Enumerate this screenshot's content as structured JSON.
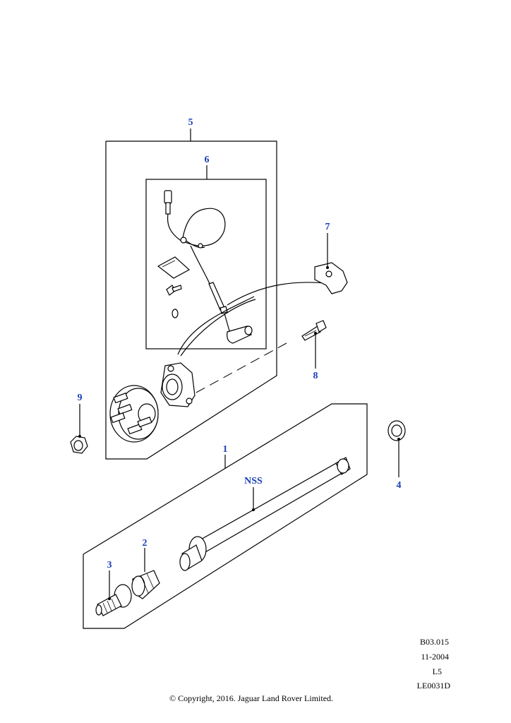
{
  "callouts": {
    "c1": "1",
    "c2": "2",
    "c3": "3",
    "c4": "4",
    "c5": "5",
    "c6": "6",
    "c7": "7",
    "c8": "8",
    "c9": "9",
    "nss": "NSS"
  },
  "meta": {
    "ref": "B03.015",
    "date": "11-2004",
    "level": "L5",
    "code": "LE0031D"
  },
  "copyright": "© Copyright, 2016. Jaguar Land Rover Limited.",
  "colors": {
    "callout": "#1a3fb8",
    "line": "#000000"
  }
}
